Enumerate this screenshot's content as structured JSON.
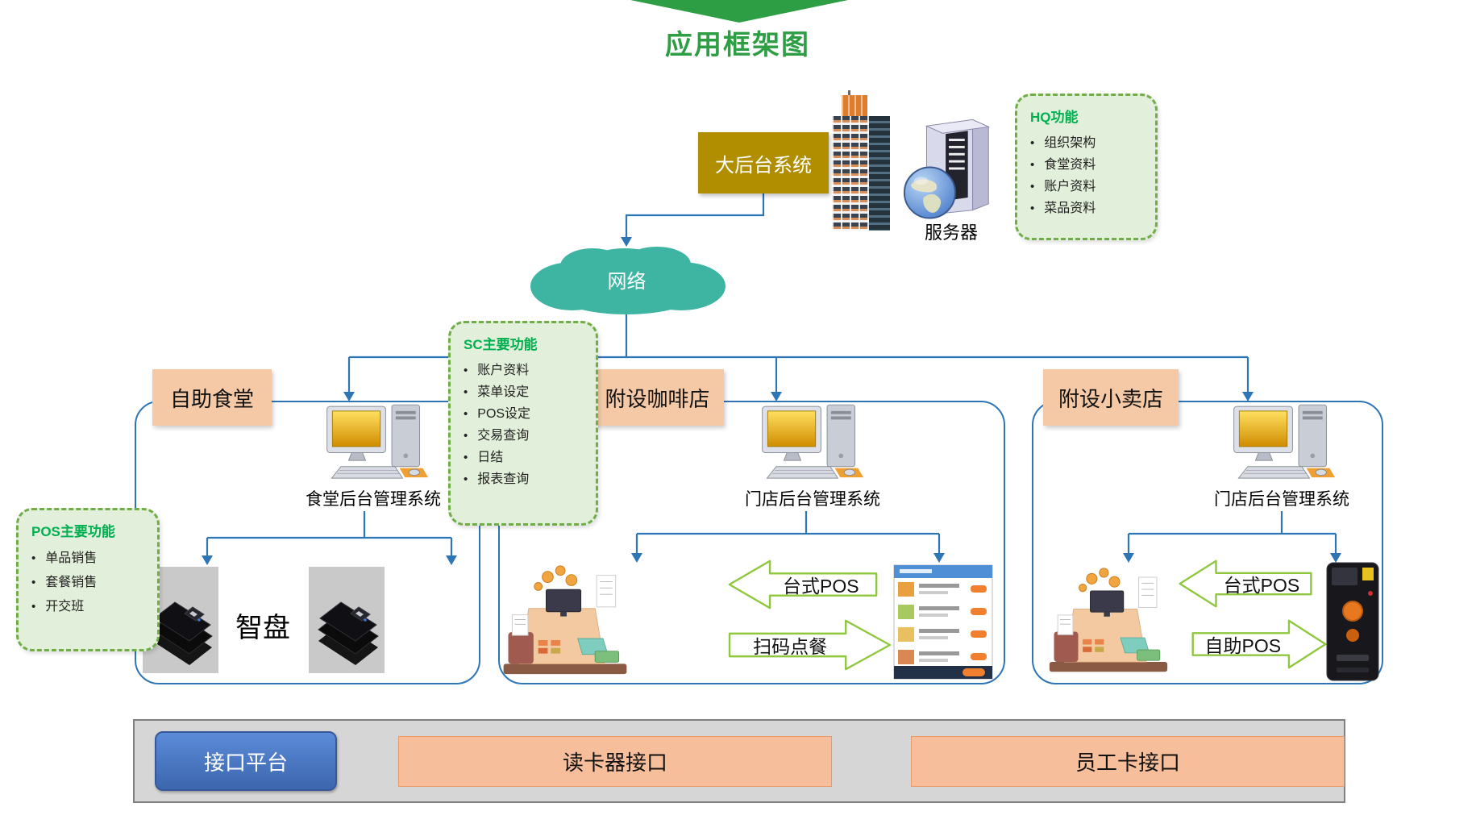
{
  "title": "应用框架图",
  "headquarters": {
    "system_label": "大后台系统",
    "server_label": "服务器",
    "panel": {
      "title": "HQ功能",
      "items": [
        "组织架构",
        "食堂资料",
        "账户资料",
        "菜品资料"
      ]
    }
  },
  "network": {
    "label": "网络"
  },
  "sc_panel": {
    "title": "SC主要功能",
    "items": [
      "账户资料",
      "菜单设定",
      "POS设定",
      "交易查询",
      "日结",
      "报表查询"
    ]
  },
  "pos_panel": {
    "title": "POS主要功能",
    "items": [
      "单品销售",
      "套餐销售",
      "开交班"
    ]
  },
  "sections": [
    {
      "label": "自助食堂",
      "system_label": "食堂后台管理系统",
      "device_label": "智盘"
    },
    {
      "label": "附设咖啡店",
      "system_label": "门店后台管理系统",
      "arrows": [
        "台式POS",
        "扫码点餐"
      ]
    },
    {
      "label": "附设小卖店",
      "system_label": "门店后台管理系统",
      "arrows": [
        "台式POS",
        "自助POS"
      ]
    }
  ],
  "footer": {
    "platform_label": "接口平台",
    "interfaces": [
      "读卡器接口",
      "员工卡接口"
    ]
  },
  "colors": {
    "title_green": "#2E9E44",
    "panel_title_green": "#00B050",
    "panel_bg_green": "#E2EFDA",
    "panel_border_green": "#70AD47",
    "connector_blue": "#2E75B6",
    "cloud_teal": "#3EB4A3",
    "section_label_orange": "#F5C9A5",
    "hq_gold": "#B18E00",
    "block_arrow_green": "#8FC73E",
    "footer_bar_gray": "#D6D6D6",
    "footer_blue": "#4472C4",
    "footer_orange": "#F6BE9A"
  }
}
